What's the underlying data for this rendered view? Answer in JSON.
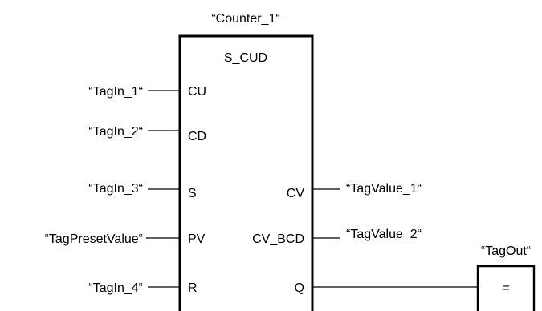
{
  "block": {
    "instance": "“Counter_1“",
    "type": "S_CUD"
  },
  "inputs": [
    {
      "pin": "CU",
      "tag": "“TagIn_1“"
    },
    {
      "pin": "CD",
      "tag": "“TagIn_2“"
    },
    {
      "pin": "S",
      "tag": "“TagIn_3“"
    },
    {
      "pin": "PV",
      "tag": "“TagPresetValue“"
    },
    {
      "pin": "R",
      "tag": "“TagIn_4“"
    }
  ],
  "outputs": [
    {
      "pin": "CV",
      "tag": "“TagValue_1“"
    },
    {
      "pin": "CV_BCD",
      "tag": "“TagValue_2“"
    },
    {
      "pin": "Q",
      "tag": ""
    }
  ],
  "coil": {
    "tag": "“TagOut“",
    "symbol": "="
  }
}
